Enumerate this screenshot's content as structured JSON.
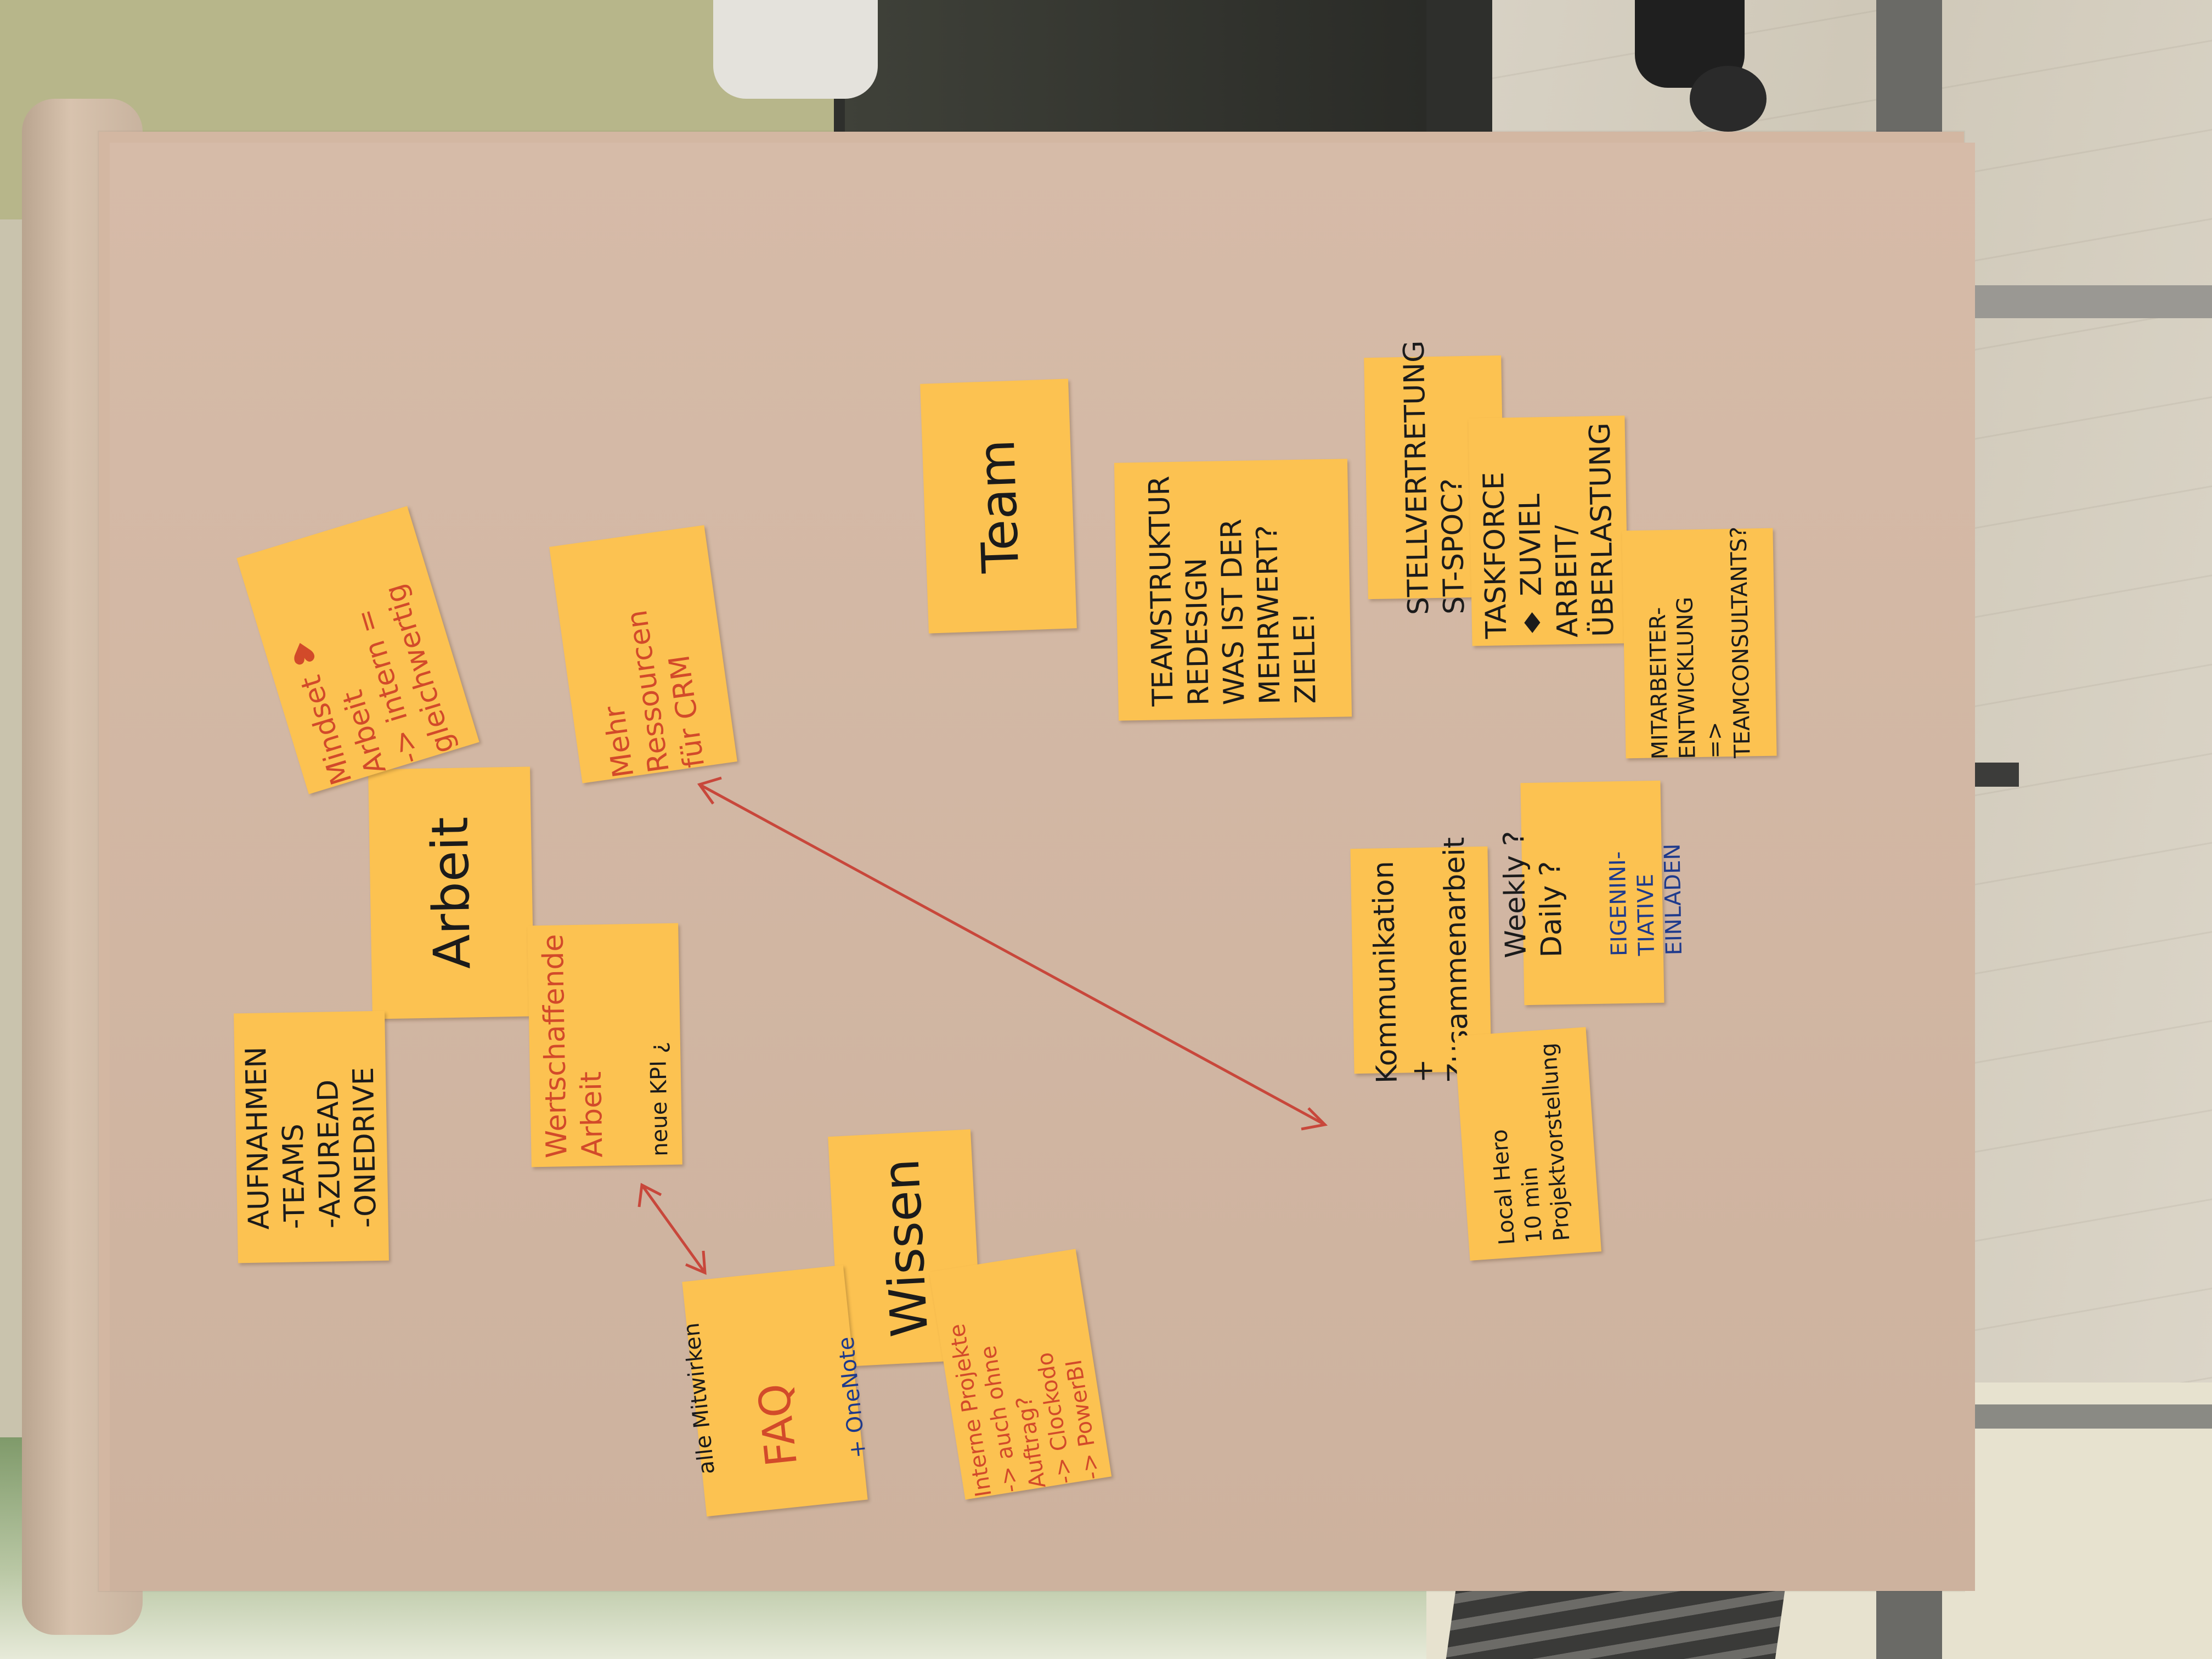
{
  "notes": {
    "team": "Team",
    "arbeit": "Arbeit",
    "wissen": "Wissen",
    "mindset": "Mindset ♥ Arbeit\n-> intern = gleichwertig",
    "mehr_ressourcen": "Mehr Ressourcen\nfür CRM",
    "aufnahmen": "AUFNAHMEN\n-TEAMS\n-AZUREAD\n-ONEDRIVE",
    "wertschaffende_red": "Wertschaffende\nArbeit",
    "wertschaffende_black": "neue KPI ¿",
    "faq_top": "alle Mitwirken",
    "faq_red": "FAQ",
    "faq_blue": "+ OneNote",
    "interne_projekte": "Interne Projekte\n-> auch ohne Auftrag?\n-> Clockodo\n-> PowerBI",
    "teamstruktur": "TEAMSTRUKTUR\nREDESIGN\nWAS IST DER\nMEHRWERT?\nZIELE!",
    "stellvertretung": "STELLVERTRETUNG\nST-SPOC?",
    "taskforce": "TASKFORCE\n♦ ZUVIEL\nARBEIT/\nÜBERLASTUNG",
    "mitarbeiter": "MITARBEITER-\nENTWICKLUNG\n=> TEAMCONSULTANTS?",
    "weekly_black": "Weekly ?\nDaily ?",
    "weekly_blue": "EIGENINI-\nTIATIVE\nEINLADEN",
    "kommunikation": "Kommunikation\n+\nZusammenarbeit",
    "local_hero": "Local Hero\n10 min\nProjektvorstellung"
  },
  "colors": {
    "note": "#fcc251",
    "paper": "#d3b7a2",
    "ink_black": "#1b1b1b",
    "ink_blue": "#1e3a8c",
    "ink_red": "#d24a2a",
    "arrow": "#c8473b"
  },
  "icons": [
    "heart-icon",
    "arrow-icon"
  ]
}
